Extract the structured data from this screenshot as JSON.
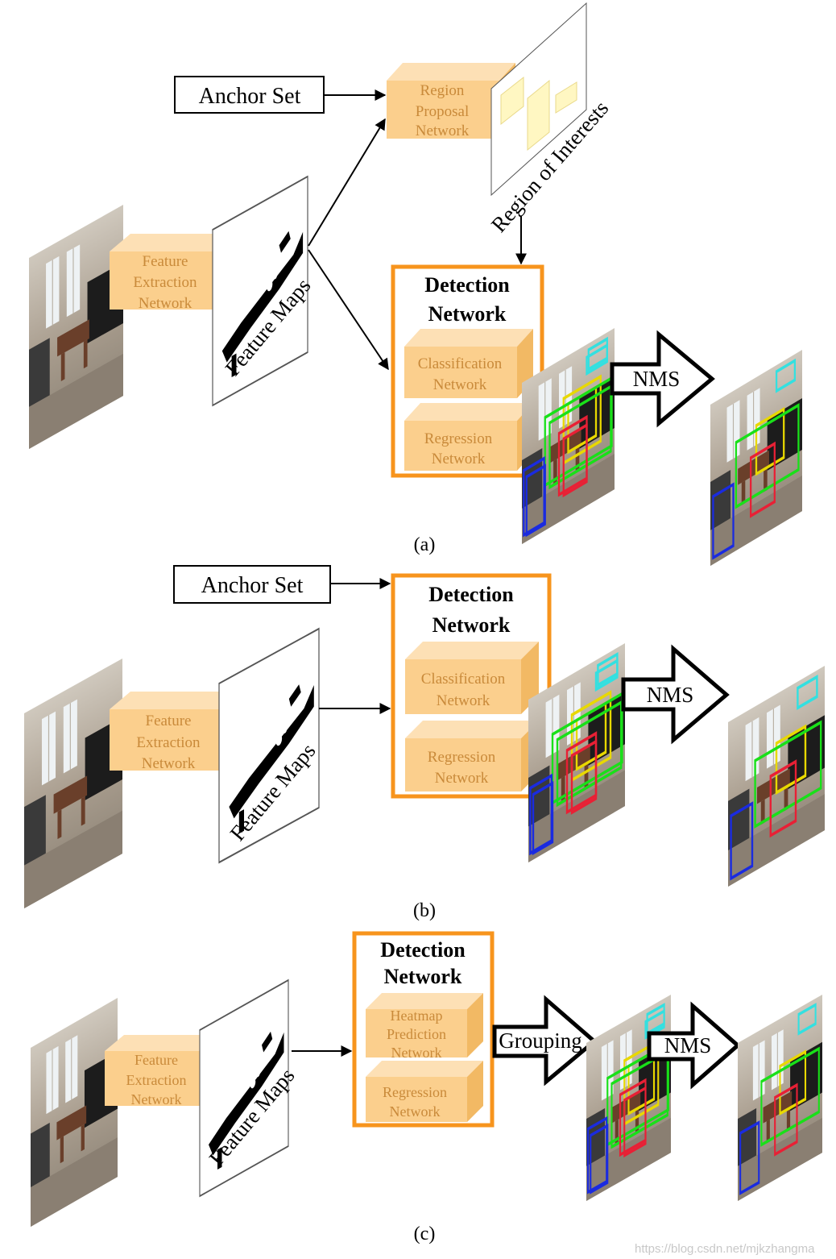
{
  "labels": {
    "anchor_set": "Anchor Set",
    "feature_extraction": [
      "Feature",
      "Extraction",
      "Network"
    ],
    "feature_maps": "Feature Maps",
    "region_proposal": [
      "Region",
      "Proposal",
      "Network"
    ],
    "region_of_interests": "Region of Interests",
    "detection": [
      "Detection",
      "Network"
    ],
    "classification": [
      "Classification",
      "Network"
    ],
    "regression": [
      "Regression",
      "Network"
    ],
    "heatmap": [
      "Heatmap",
      "Prediction",
      "Network"
    ],
    "nms": "NMS",
    "grouping": "Grouping"
  },
  "captions": {
    "a": "(a)",
    "b": "(b)",
    "c": "(c)"
  },
  "watermark": "https://blog.csdn.net/mjkzhangma",
  "colors": {
    "box_fill": "#fbcf8d",
    "box_top": "#fde0b5",
    "box_side": "#f2b964",
    "box_text": "#c98a3a",
    "detection_border": "#f7941d"
  }
}
